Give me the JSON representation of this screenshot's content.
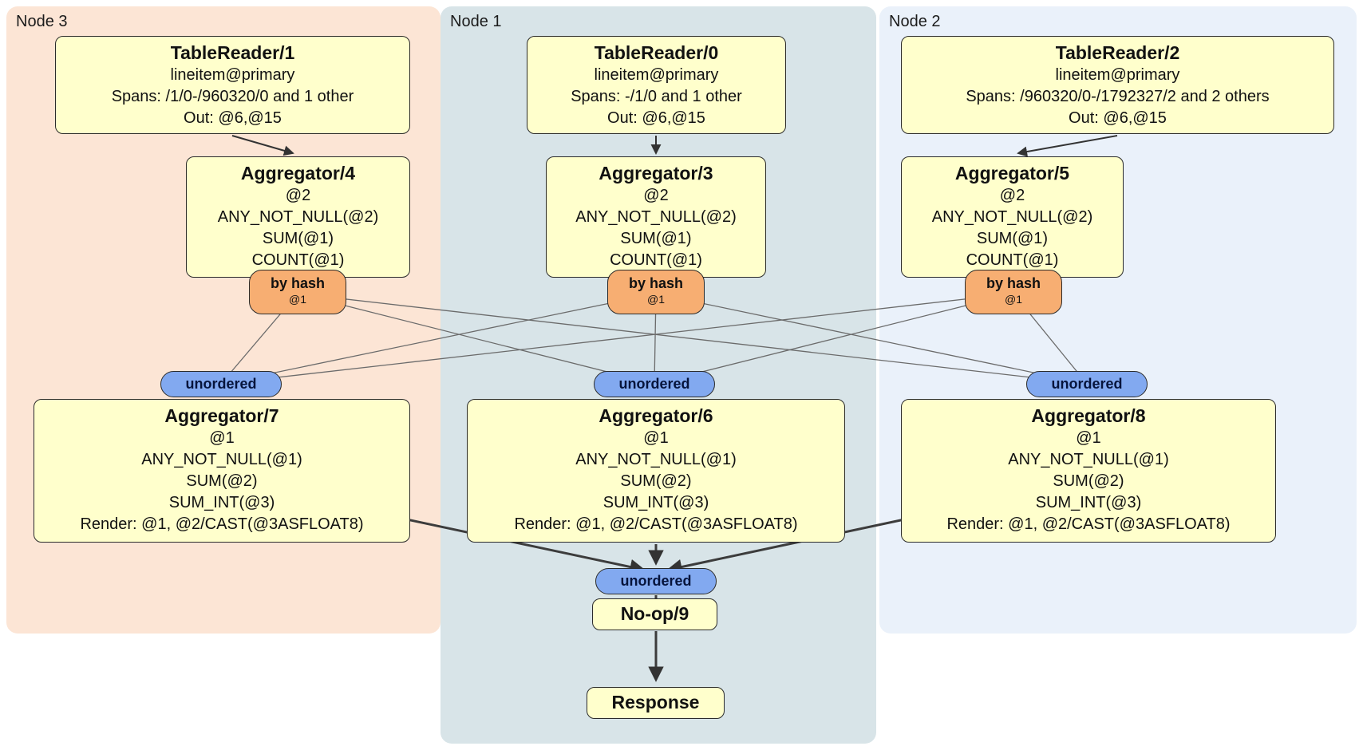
{
  "groups": [
    {
      "label": "Node 3",
      "tablereader": {
        "title": "TableReader/1",
        "rows": [
          "lineitem@primary",
          "Spans: /1/0-/960320/0 and 1 other",
          "Out: @6,@15"
        ]
      },
      "aggregator_top": {
        "title": "Aggregator/4",
        "rows": [
          "@2",
          "ANY_NOT_NULL(@2)",
          "SUM(@1)",
          "COUNT(@1)"
        ]
      },
      "router": {
        "label": "by hash",
        "detail": "@1"
      },
      "stream": {
        "label": "unordered"
      },
      "aggregator_bottom": {
        "title": "Aggregator/7",
        "rows": [
          "@1",
          "ANY_NOT_NULL(@1)",
          "SUM(@2)",
          "SUM_INT(@3)",
          "Render: @1, @2/CAST(@3ASFLOAT8)"
        ]
      }
    },
    {
      "label": "Node 1",
      "tablereader": {
        "title": "TableReader/0",
        "rows": [
          "lineitem@primary",
          "Spans: -/1/0 and 1 other",
          "Out: @6,@15"
        ]
      },
      "aggregator_top": {
        "title": "Aggregator/3",
        "rows": [
          "@2",
          "ANY_NOT_NULL(@2)",
          "SUM(@1)",
          "COUNT(@1)"
        ]
      },
      "router": {
        "label": "by hash",
        "detail": "@1"
      },
      "stream": {
        "label": "unordered"
      },
      "aggregator_bottom": {
        "title": "Aggregator/6",
        "rows": [
          "@1",
          "ANY_NOT_NULL(@1)",
          "SUM(@2)",
          "SUM_INT(@3)",
          "Render: @1, @2/CAST(@3ASFLOAT8)"
        ]
      }
    },
    {
      "label": "Node 2",
      "tablereader": {
        "title": "TableReader/2",
        "rows": [
          "lineitem@primary",
          "Spans: /960320/0-/1792327/2 and 2 others",
          "Out: @6,@15"
        ]
      },
      "aggregator_top": {
        "title": "Aggregator/5",
        "rows": [
          "@2",
          "ANY_NOT_NULL(@2)",
          "SUM(@1)",
          "COUNT(@1)"
        ]
      },
      "router": {
        "label": "by hash",
        "detail": "@1"
      },
      "stream": {
        "label": "unordered"
      },
      "aggregator_bottom": {
        "title": "Aggregator/8",
        "rows": [
          "@1",
          "ANY_NOT_NULL(@1)",
          "SUM(@2)",
          "SUM_INT(@3)",
          "Render: @1, @2/CAST(@3ASFLOAT8)"
        ]
      }
    }
  ],
  "final": {
    "stream": {
      "label": "unordered"
    },
    "noop": {
      "title": "No-op/9"
    },
    "response": {
      "title": "Response"
    }
  },
  "colors": {
    "node3_bg": "#fce5d5",
    "node1_bg": "#d8e4e8",
    "node2_bg": "#eaf1fa",
    "box_fill": "#ffffcc",
    "router_fill": "#f7ae72",
    "stream_fill": "#82a9f0",
    "edge": "#3c3c3c"
  }
}
